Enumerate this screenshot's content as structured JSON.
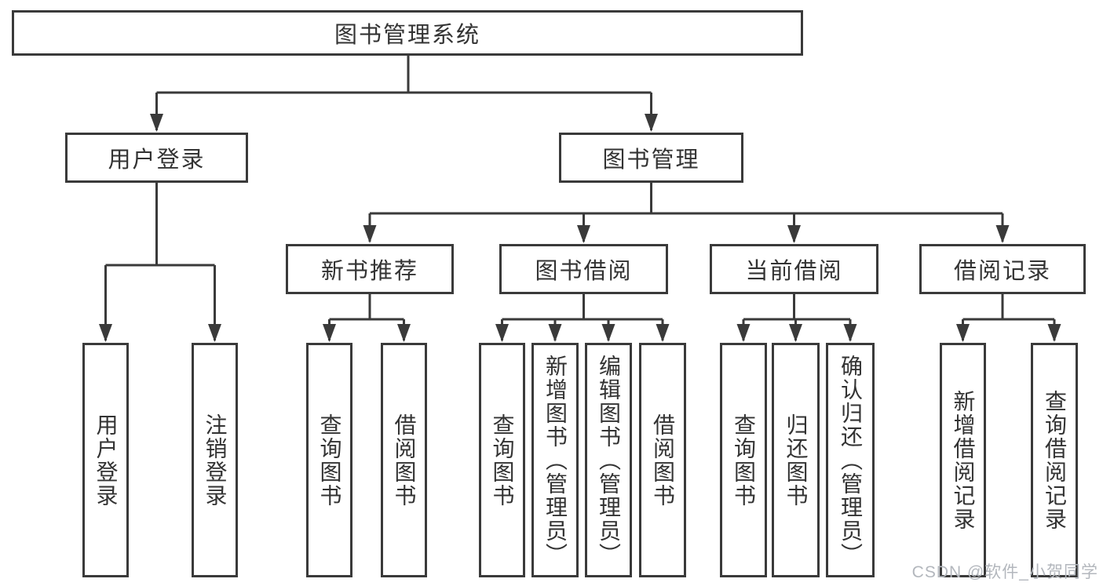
{
  "colors": {
    "line": "#3a3a3a",
    "box_border": "#3a3a3a",
    "text": "#333333",
    "background": "#ffffff",
    "watermark": "#b3b7bd"
  },
  "watermark": {
    "text": "CSDN @软件_小贺同学"
  },
  "tree": {
    "label": "图书管理系统",
    "children": [
      {
        "label": "用户登录",
        "children": [
          {
            "label": "用户登录"
          },
          {
            "label": "注销登录"
          }
        ]
      },
      {
        "label": "图书管理",
        "children": [
          {
            "label": "新书推荐",
            "children": [
              {
                "label": "查询图书"
              },
              {
                "label": "借阅图书"
              }
            ]
          },
          {
            "label": "图书借阅",
            "children": [
              {
                "label": "查询图书"
              },
              {
                "label": "新增图书（管理员）"
              },
              {
                "label": "编辑图书（管理员）"
              },
              {
                "label": "借阅图书"
              }
            ]
          },
          {
            "label": "当前借阅",
            "children": [
              {
                "label": "查询图书"
              },
              {
                "label": "归还图书"
              },
              {
                "label": "确认归还（管理员）"
              }
            ]
          },
          {
            "label": "借阅记录",
            "children": [
              {
                "label": "新增借阅记录"
              },
              {
                "label": "查询借阅记录"
              }
            ]
          }
        ]
      }
    ]
  }
}
